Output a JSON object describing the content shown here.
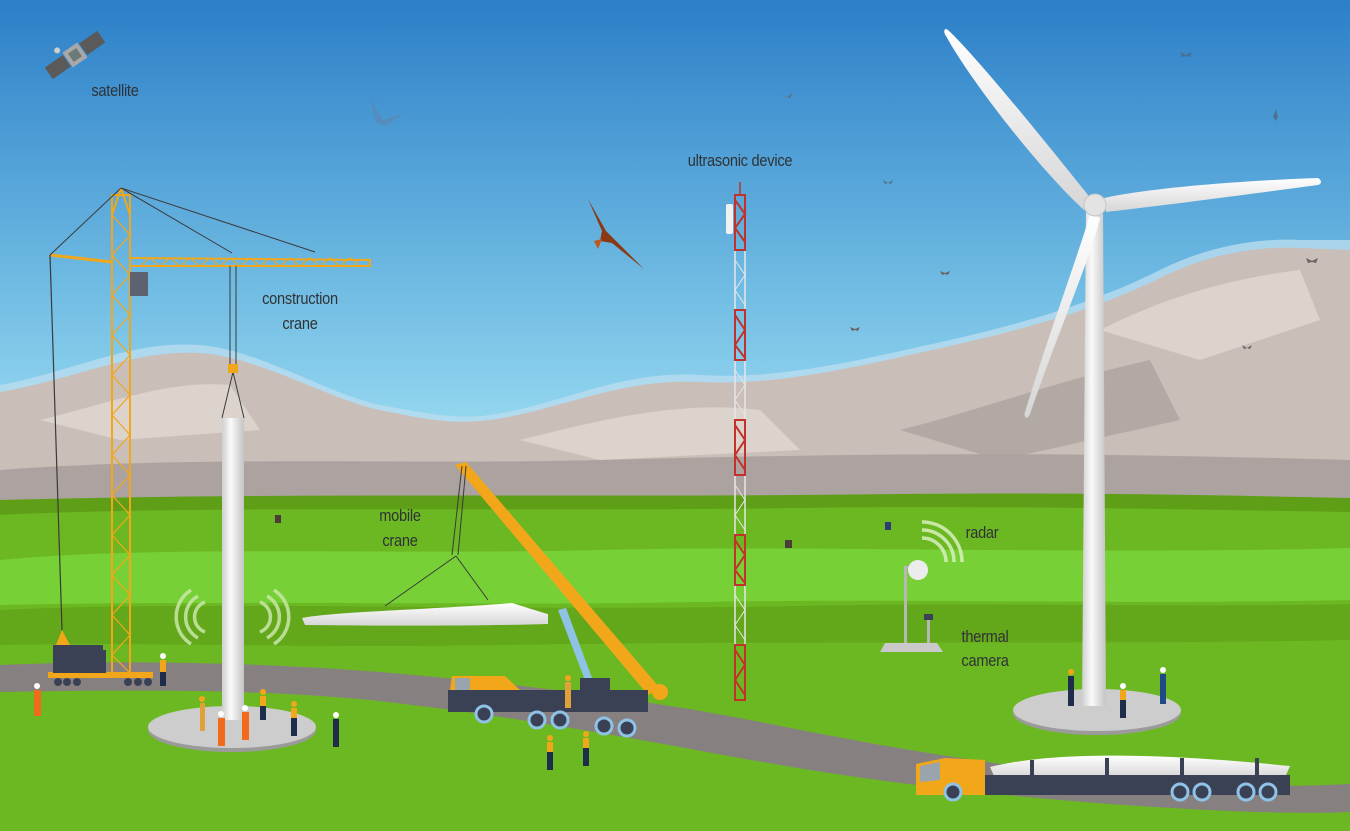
{
  "scene": {
    "title": "Wind turbine construction site with wildlife monitoring devices",
    "colors": {
      "sky_top": "#2d80c8",
      "sky_bottom": "#9fe2f4",
      "mountain": "#c9bfb8",
      "grass": "#6cb823",
      "road": "#878080",
      "crane_yellow": "#f2a71b",
      "eagle": "#8a3a12",
      "mast_red": "#c0322b",
      "truck_navy": "#3b4155"
    }
  },
  "labels": {
    "satellite": "satellite",
    "construction_crane_line1": "construction",
    "construction_crane_line2": "crane",
    "mobile_crane_line1": "mobile",
    "mobile_crane_line2": "crane",
    "ultrasonic_device": "ultrasonic device",
    "radar": "radar",
    "thermal_camera_line1": "thermal",
    "thermal_camera_line2": "camera"
  },
  "objects": [
    "satellite",
    "tower-crane",
    "tower-section",
    "mobile-crane",
    "turbine-blade",
    "meteorological-mast",
    "radar",
    "thermal-camera",
    "wind-turbine",
    "blade-transport-truck",
    "eagle",
    "bats",
    "workers"
  ]
}
